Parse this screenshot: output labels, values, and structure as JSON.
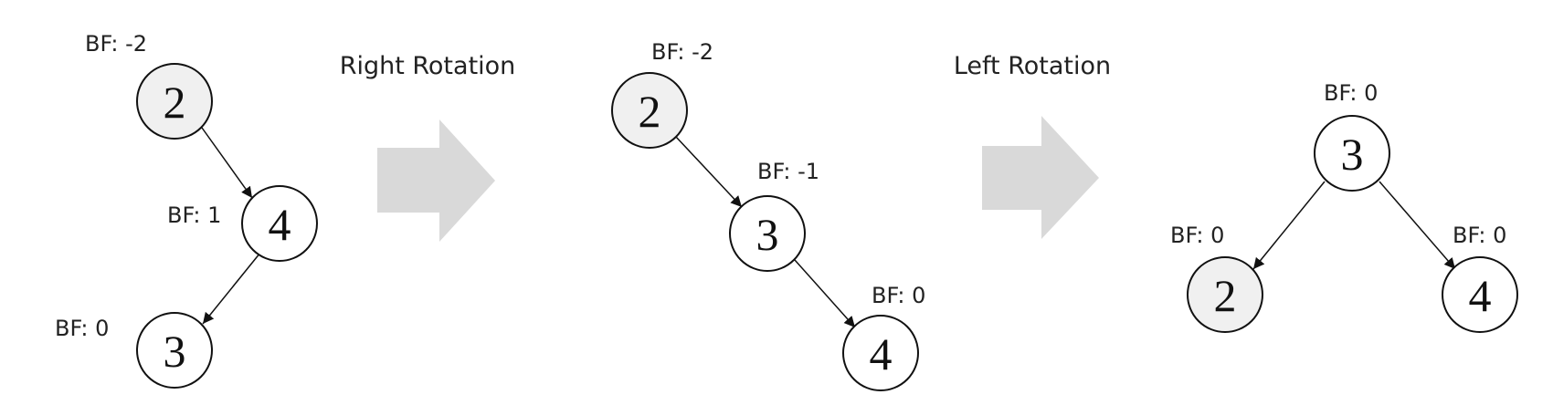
{
  "colors": {
    "highlight_fill": "#f0f0f0",
    "node_fill": "#ffffff",
    "node_stroke": "#111111",
    "arrow_fill": "#d9d9d9",
    "text": "#222222"
  },
  "steps": [
    {
      "label": "Right Rotation"
    },
    {
      "label": "Left Rotation"
    }
  ],
  "trees": [
    {
      "nodes": [
        {
          "value": "2",
          "bf": "BF: -2",
          "highlight": true
        },
        {
          "value": "4",
          "bf": "BF: 1",
          "highlight": false
        },
        {
          "value": "3",
          "bf": "BF: 0",
          "highlight": false
        }
      ],
      "edges": [
        [
          0,
          1
        ],
        [
          1,
          2
        ]
      ]
    },
    {
      "nodes": [
        {
          "value": "2",
          "bf": "BF: -2",
          "highlight": true
        },
        {
          "value": "3",
          "bf": "BF: -1",
          "highlight": false
        },
        {
          "value": "4",
          "bf": "BF: 0",
          "highlight": false
        }
      ],
      "edges": [
        [
          0,
          1
        ],
        [
          1,
          2
        ]
      ]
    },
    {
      "nodes": [
        {
          "value": "3",
          "bf": "BF: 0",
          "highlight": false
        },
        {
          "value": "2",
          "bf": "BF: 0",
          "highlight": true
        },
        {
          "value": "4",
          "bf": "BF: 0",
          "highlight": false
        }
      ],
      "edges": [
        [
          0,
          1
        ],
        [
          0,
          2
        ]
      ]
    }
  ]
}
